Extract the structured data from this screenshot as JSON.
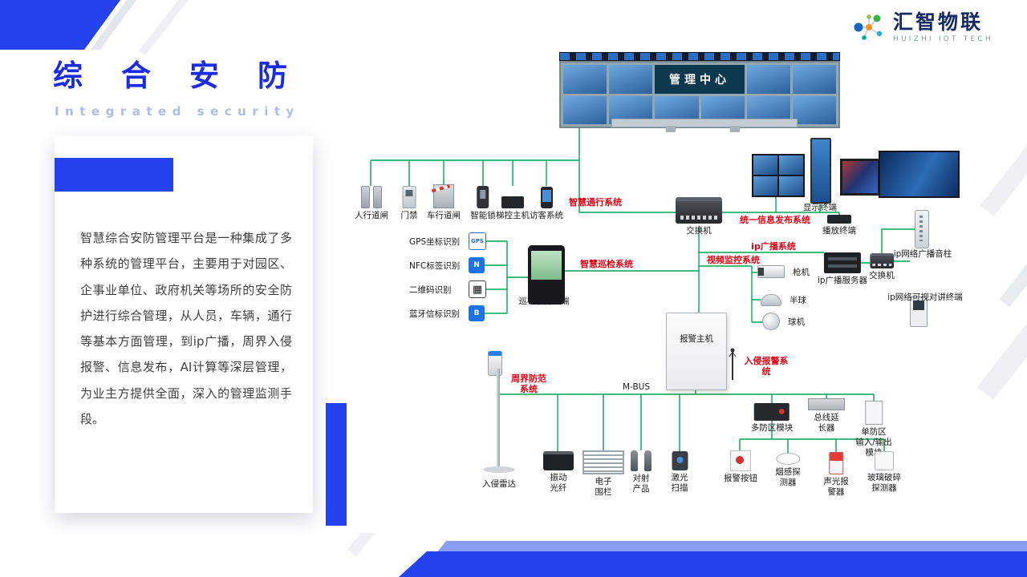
{
  "logo": {
    "name": "汇智物联",
    "tagline": "HUIZHI IOT TECH"
  },
  "header": {
    "title": "综合安防",
    "subtitle": "Integrated security"
  },
  "intro": {
    "text": "智慧综合安防管理平台是一种集成了多种系统的管理平台，主要用于对园区、企事业单位、政府机关等场所的安全防护进行综合管理，从人员，车辆，通行等基本方面管理，到ip广播，周界入侵报警、信息发布，AI计算等深层管理，为业主方提供全面，深入的管理监测手段。"
  },
  "diagram": {
    "management_center": "管理中心",
    "systems": {
      "access": "智慧通行系统",
      "inspection": "智慧巡检系统",
      "publish": "统一信息发布系统",
      "broadcast": "ip广播系统",
      "video": "视频监控系统",
      "intrusion": "入侵报警系\n统",
      "perimeter": "周界防范\n系统"
    },
    "devices": {
      "pedestrian": "人行道闸",
      "access_ctrl": "门禁",
      "vehicle": "车行道闸",
      "lock": "智能锁",
      "elevator": "梯控主机",
      "visitor": "访客系统",
      "switch_main": "交换机",
      "switch2": "交换机",
      "gps": "GPS坐标识别",
      "nfc": "NFC标签识别",
      "qr": "二维码识别",
      "bt": "蓝牙信标识别",
      "handheld": "巡检手持终端",
      "display_term": "显示终端",
      "play_term": "播放终端",
      "server": "ip广播服务器",
      "column": "ip网络广播音柱",
      "intercom": "ip网络可视对讲终端",
      "cam_bullet": "枪机",
      "cam_dome": "半球",
      "cam_ptz": "球机",
      "alarm_host": "报警主机",
      "mbus": "M-BUS",
      "multi_zone": "多防区模块",
      "bus_ext": "总线延\n长器",
      "single_zone": "单防区\n输入/输出\n模块",
      "alarm_btn": "报警按钮",
      "smoke": "烟感探\n测器",
      "sounder": "声光报\n警器",
      "glass": "玻璃破碎\n探测器",
      "radar": "入侵雷达",
      "fiber": "振动\n光纤",
      "fence": "电子\n围栏",
      "beam": "对射\n产品",
      "laser": "激光\n扫描"
    },
    "badges": {
      "gps": "GPS",
      "nfc": "N",
      "qr": "▦",
      "bt": "B"
    }
  },
  "colors": {
    "accent_blue": "#2443ee",
    "line_green": "#00a651",
    "label_red": "#e60012"
  }
}
